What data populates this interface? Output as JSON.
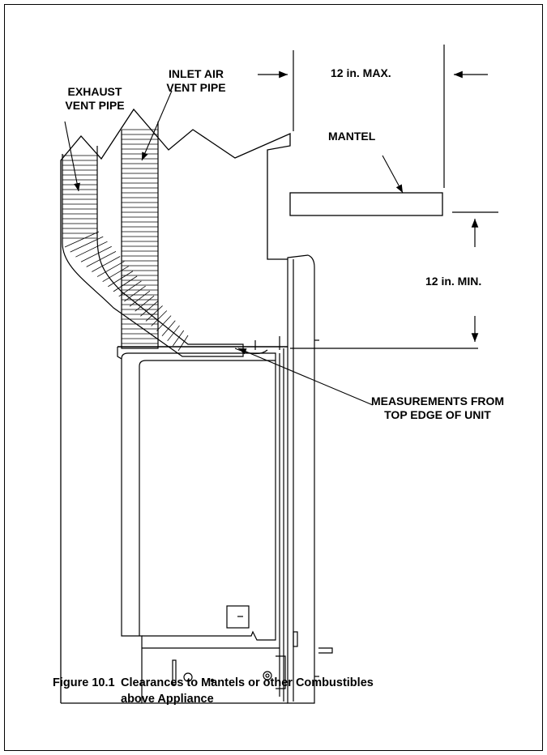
{
  "labels": {
    "exhaust_vent_pipe": [
      "EXHAUST",
      "VENT PIPE"
    ],
    "inlet_air_vent_pipe": [
      "INLET AIR",
      "VENT PIPE"
    ],
    "max_clearance": "12 in. MAX.",
    "mantel": "MANTEL",
    "min_clearance": "12 in. MIN.",
    "measurements_note": [
      "MEASUREMENTS FROM",
      "TOP EDGE OF UNIT"
    ]
  },
  "caption": {
    "number": "Figure 10.1",
    "text_line1": "Clearances to Mantels or other Combustibles",
    "text_line2": "above Appliance"
  }
}
